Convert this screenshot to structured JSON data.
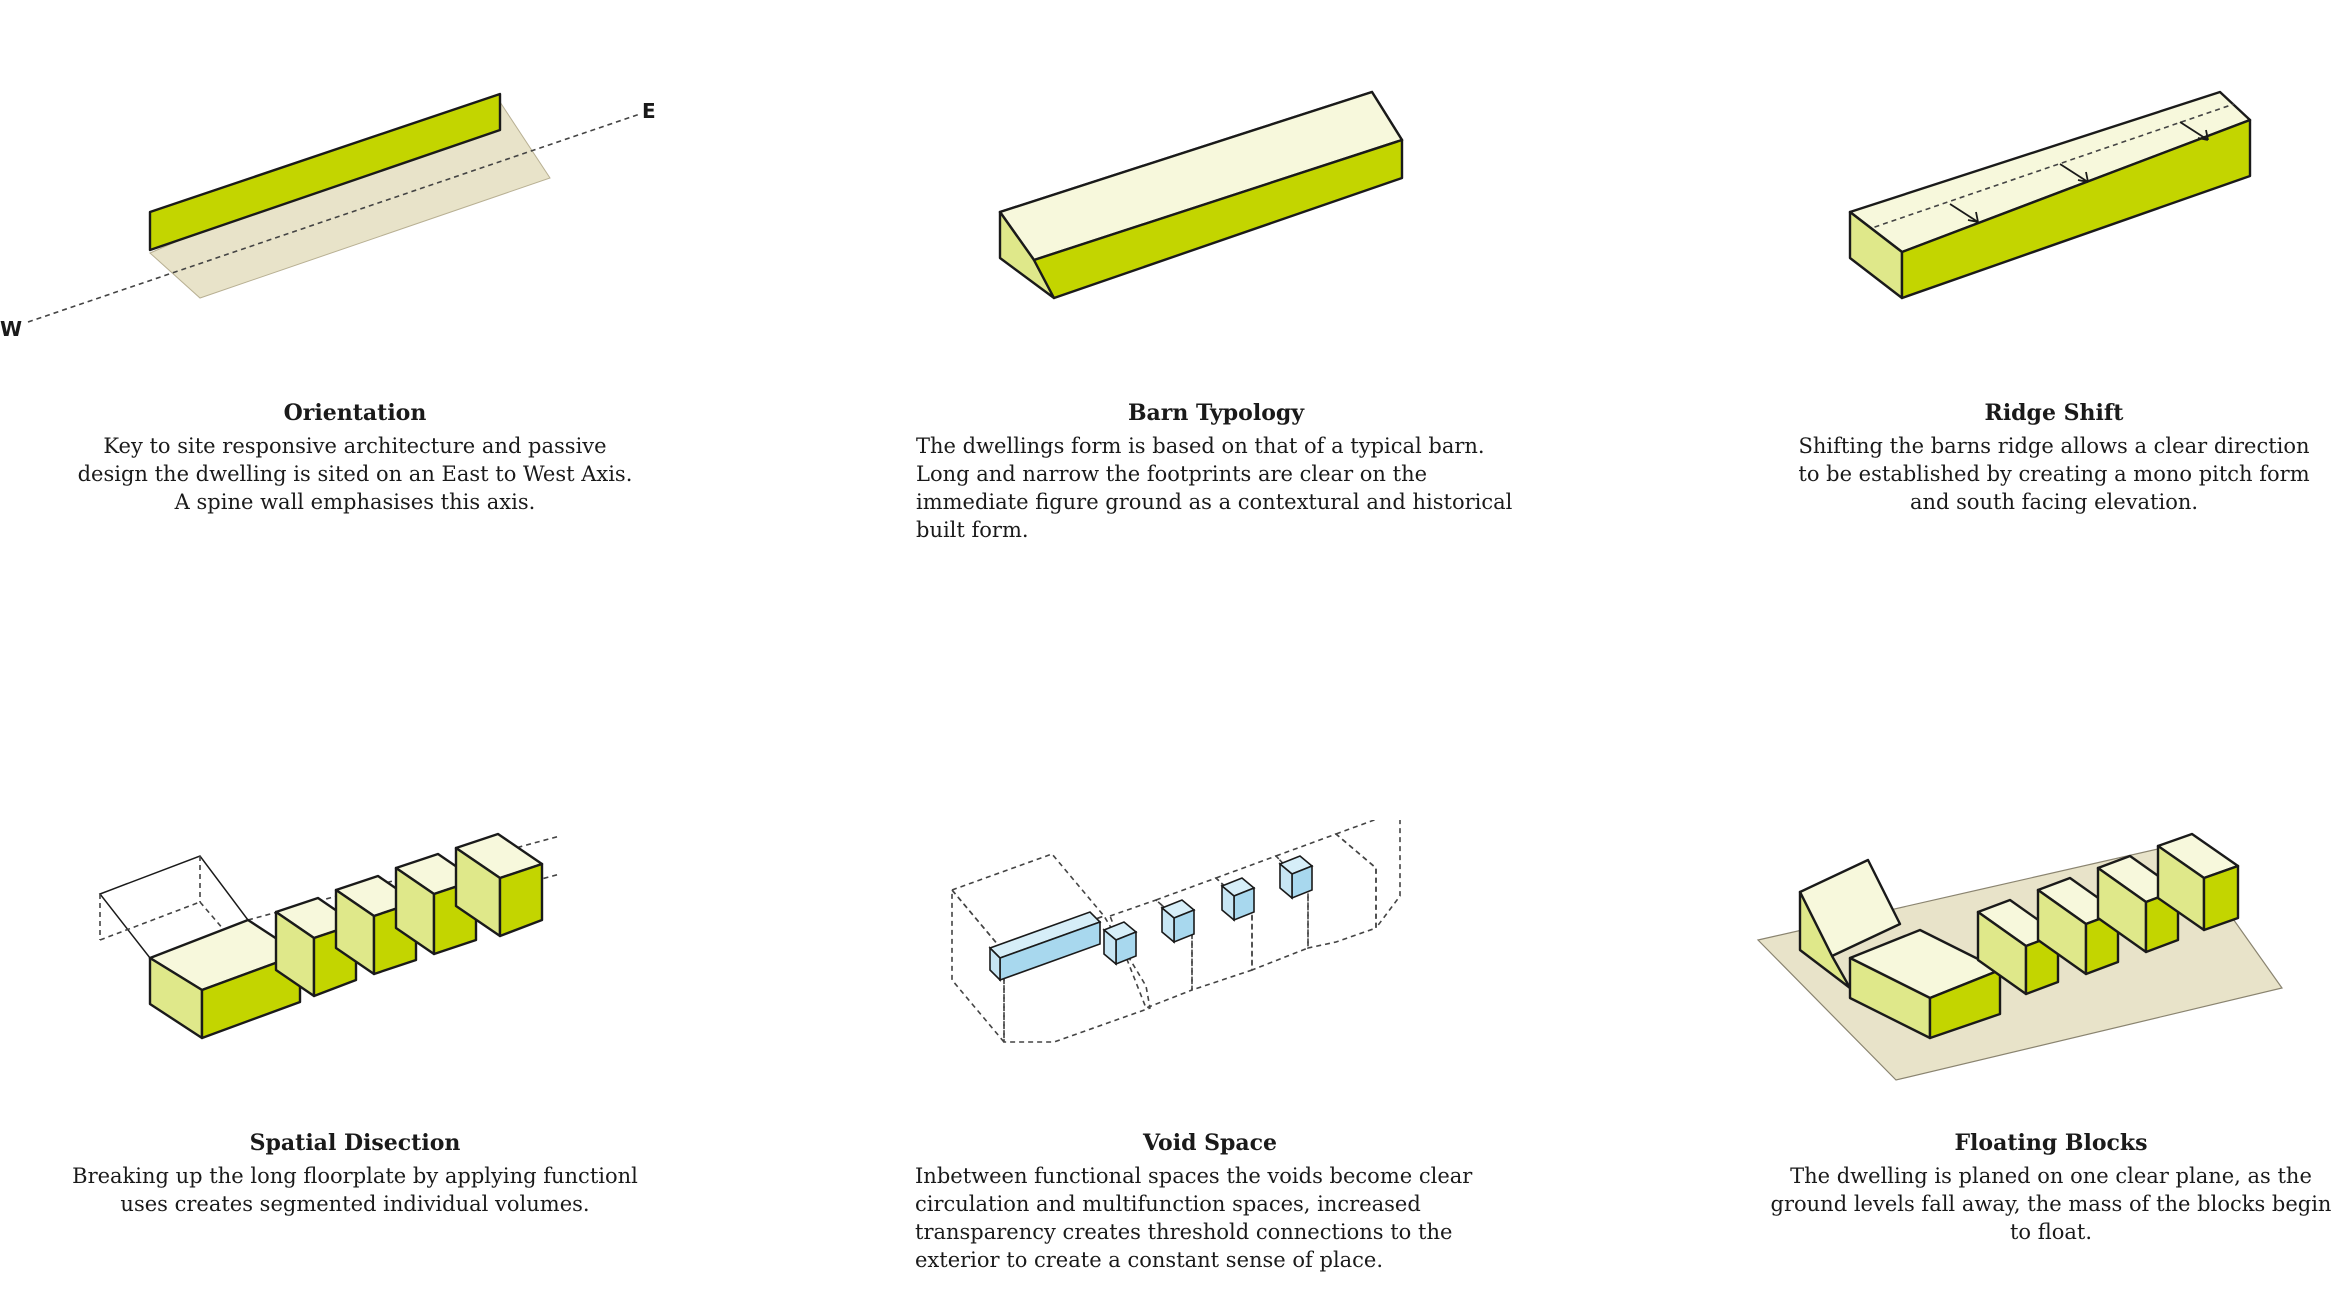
{
  "colors": {
    "accent_green": "#c3d500",
    "pale_green": "#eef3b3",
    "light_yellow": "#f7f8dc",
    "ground": "#e8e3c9",
    "void_blue": "#a8d8ee"
  },
  "panels": [
    {
      "title": "Orientation",
      "body": "Key to site responsive architecture and passive design the dwelling is sited on an East to West Axis. A spine wall emphasises this axis.",
      "labels": {
        "east": "E",
        "west": "W"
      }
    },
    {
      "title": "Barn Typology",
      "body": "The dwellings form is based on that of a typical barn. Long and narrow the footprints are clear on the immediate figure ground  as a contextural and historical built form."
    },
    {
      "title": "Ridge Shift",
      "body": "Shifting the barns ridge allows a clear direction to be established by creating a mono pitch form and south facing elevation."
    },
    {
      "title": "Spatial Disection",
      "body": "Breaking up the long floorplate by applying functionl uses creates segmented individual volumes."
    },
    {
      "title": "Void Space",
      "body": "Inbetween functional spaces the voids become clear circulation and multifunction spaces, increased transparency creates threshold connections to the exterior to create a constant sense of place."
    },
    {
      "title": "Floating Blocks",
      "body": "The dwelling is planed on one clear plane, as the ground levels fall away, the mass of the blocks begin to float."
    }
  ]
}
